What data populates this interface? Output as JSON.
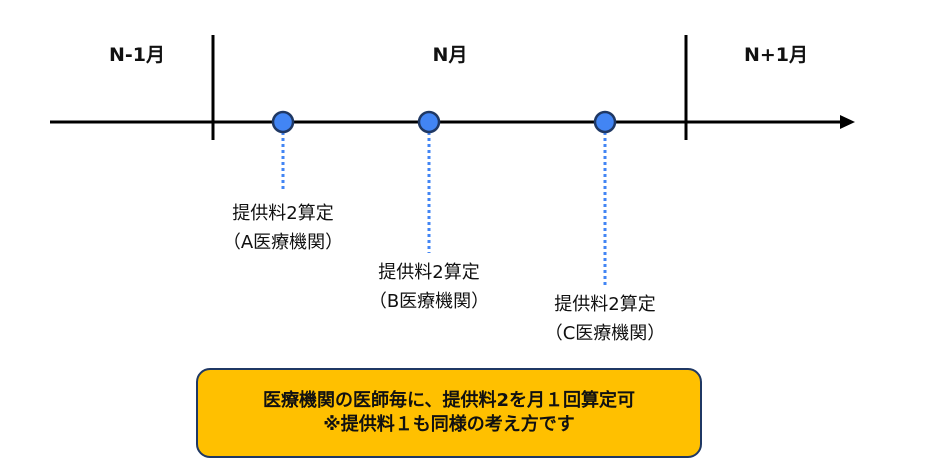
{
  "months": [
    "N-1月",
    "N月",
    "N+1月"
  ],
  "events": [
    {
      "line1": "提供料2算定",
      "line2": "（A医療機関）"
    },
    {
      "line1": "提供料2算定",
      "line2": "（B医療機関）"
    },
    {
      "line1": "提供料2算定",
      "line2": "（C医療機関）"
    }
  ],
  "note": {
    "line1": "医療機関の医師毎に、提供料2を月１回算定可",
    "line2": "※提供料１も同様の考え方です"
  },
  "colors": {
    "dot": "#4285f4",
    "dot_border": "#1f3864",
    "note_bg": "#ffc000"
  }
}
